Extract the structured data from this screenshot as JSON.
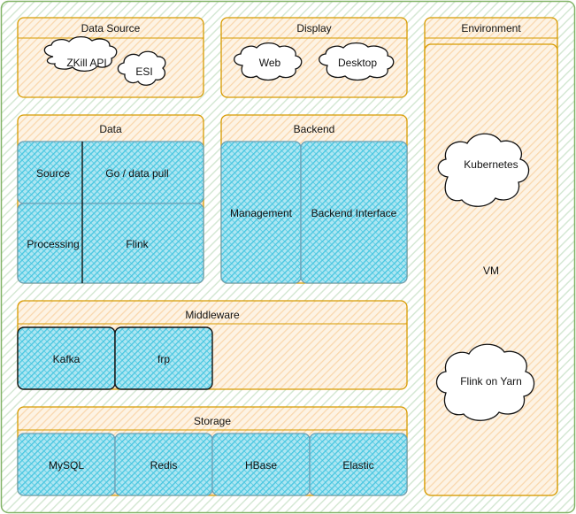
{
  "colors": {
    "outer_fill": "#d5e8d4",
    "outer_stroke": "#82b366",
    "group_fill": "#fad7ac",
    "group_stroke": "#d79b00",
    "box_fill": "#47c6e0",
    "box_stroke": "#6a9fb5",
    "middleware_box_stroke": "#111111",
    "cloud_fill": "#ffffff",
    "cloud_stroke": "#111111"
  },
  "groups": {
    "data_source": "Data Source",
    "display": "Display",
    "environment": "Environment",
    "data": "Data",
    "backend": "Backend",
    "middleware": "Middleware",
    "storage": "Storage"
  },
  "clouds": {
    "zkill": "ZKill API",
    "esi": "ESI",
    "web": "Web",
    "desktop": "Desktop",
    "kubernetes": "Kubernetes",
    "flink_on_yarn": "Flink on Yarn"
  },
  "environment_vm": "VM",
  "data_rows": {
    "source_label": "Source",
    "source_value": "Go / data pull",
    "processing_label": "Processing",
    "processing_value": "Flink"
  },
  "backend_items": [
    "Management",
    "Backend Interface"
  ],
  "middleware_items": [
    "Kafka",
    "frp"
  ],
  "storage_items": [
    "MySQL",
    "Redis",
    "HBase",
    "Elastic"
  ]
}
